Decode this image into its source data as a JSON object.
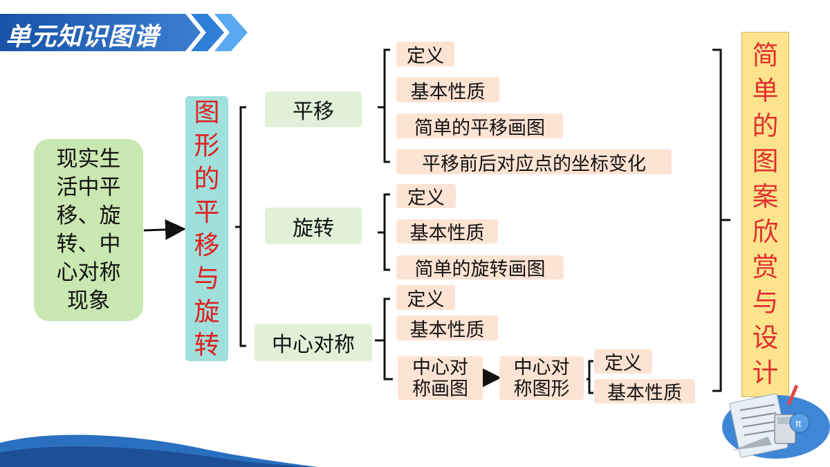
{
  "header": {
    "title": "单元知识图谱"
  },
  "left_box": {
    "text": "现实生活中平移、旋转、中心对称现象",
    "lines": [
      "现实生",
      "活中平",
      "移、旋",
      "转、中",
      "心对称",
      "现象"
    ]
  },
  "center_box": {
    "chars": [
      "图",
      "形",
      "的",
      "平",
      "移",
      "与",
      "旋",
      "转"
    ]
  },
  "categories": [
    {
      "label": "平移",
      "items": [
        "定义",
        "基本性质",
        "简单的平移画图",
        "平移前后对应点的坐标变化"
      ]
    },
    {
      "label": "旋转",
      "items": [
        "定义",
        "基本性质",
        "简单的旋转画图"
      ]
    },
    {
      "label": "中心对称",
      "items": [
        "定义",
        "基本性质"
      ],
      "sub": {
        "a_lines": [
          "中心对",
          "称画图"
        ],
        "b_lines": [
          "中心对",
          "称图形"
        ],
        "items": [
          "定义",
          "基本性质"
        ]
      }
    }
  ],
  "right_box": {
    "chars": [
      "简",
      "单",
      "的",
      "图",
      "案",
      "欣",
      "赏",
      "与",
      "设",
      "计"
    ]
  },
  "colors": {
    "banner": "#1f5fb5",
    "left_box": "#c9e7b0",
    "center_box": "#9fdfdc",
    "center_text": "#e02020",
    "mid_box": "#e0f1d8",
    "leaf": "#fde3d3",
    "right_box": "#fde48c",
    "right_text": "#e03030",
    "wave": "#2a6fc0"
  },
  "decor": {
    "image": "math-stationery-illustration"
  }
}
